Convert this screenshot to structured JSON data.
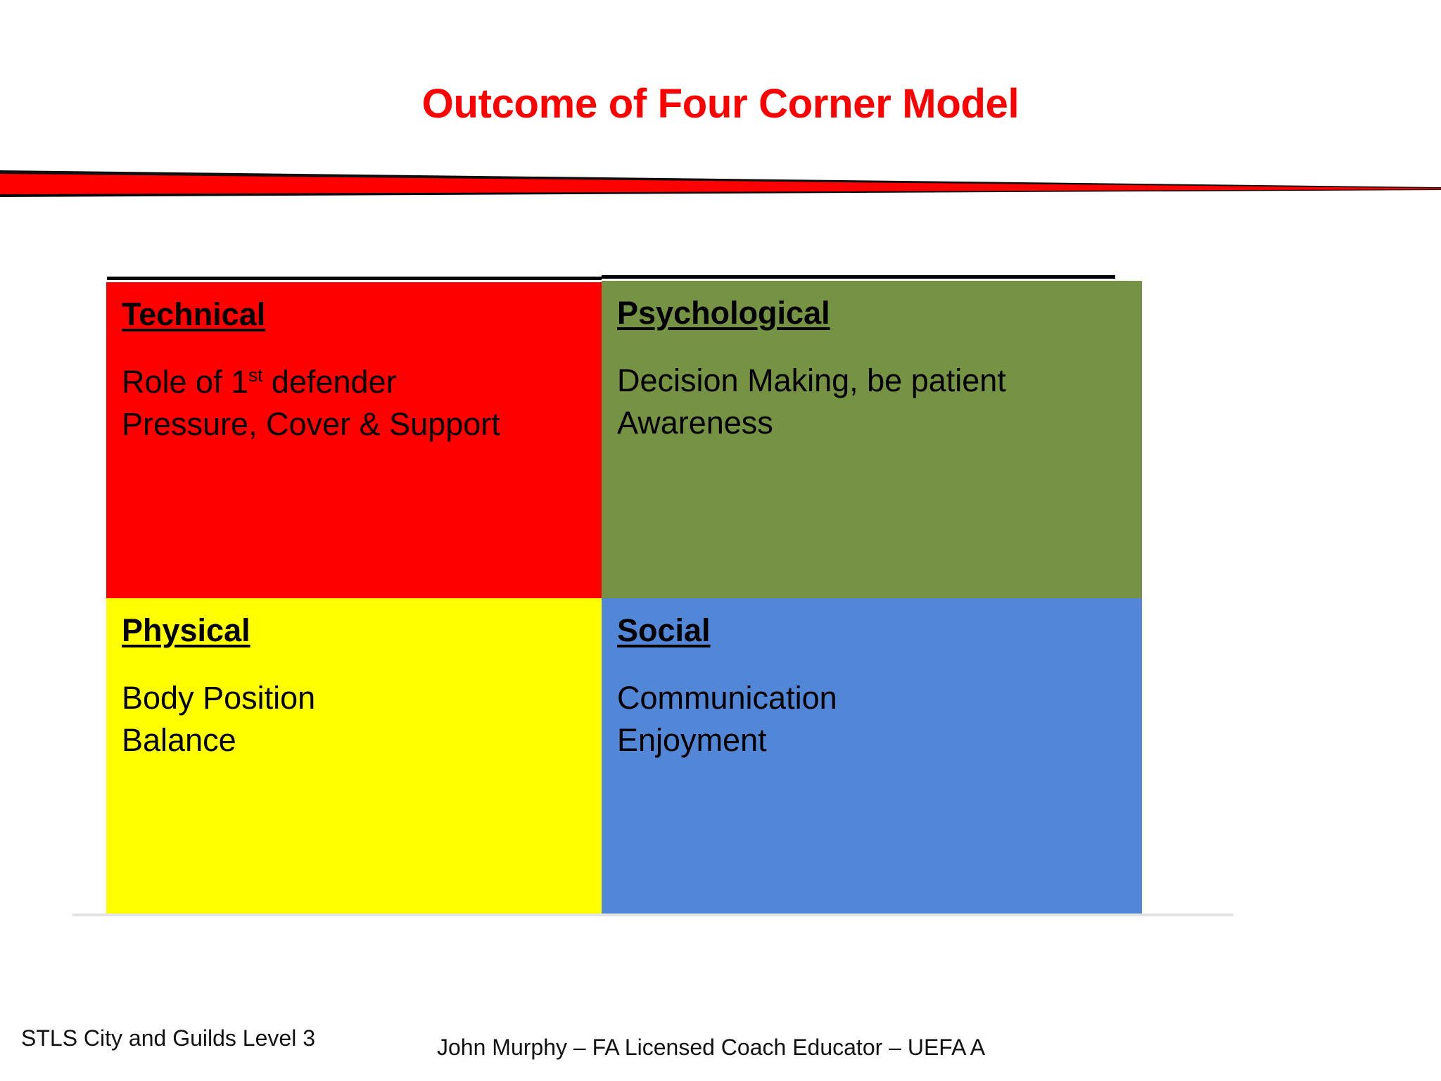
{
  "slide": {
    "title": "Outcome of Four Corner Model",
    "title_color": "#FF0000",
    "background_color": "#FFFFFF"
  },
  "banner": {
    "name": "tapered-red-banner",
    "fill_color": "#FF0000",
    "outline_color": "#000000"
  },
  "quadrants": [
    {
      "key": "technical",
      "heading": "Technical",
      "color": "#FF0000",
      "lines": [
        "Role of 1st defender",
        "Pressure, Cover & Support"
      ],
      "line1_pre": "Role of 1",
      "line1_sup": "st",
      "line1_post": " defender",
      "line2": "Pressure, Cover & Support"
    },
    {
      "key": "psychological",
      "heading": "Psychological",
      "color": "#769343",
      "line1": "Decision Making, be patient",
      "line2": "Awareness"
    },
    {
      "key": "physical",
      "heading": "Physical",
      "color": "#FFFF00",
      "line1": "Body Position",
      "line2": "Balance"
    },
    {
      "key": "social",
      "heading": "Social",
      "color": "#5287D8",
      "line1": "Communication",
      "line2": "Enjoyment"
    }
  ],
  "footer": {
    "left": "STLS City and Guilds Level 3",
    "center": "John Murphy – FA Licensed Coach Educator – UEFA A"
  }
}
